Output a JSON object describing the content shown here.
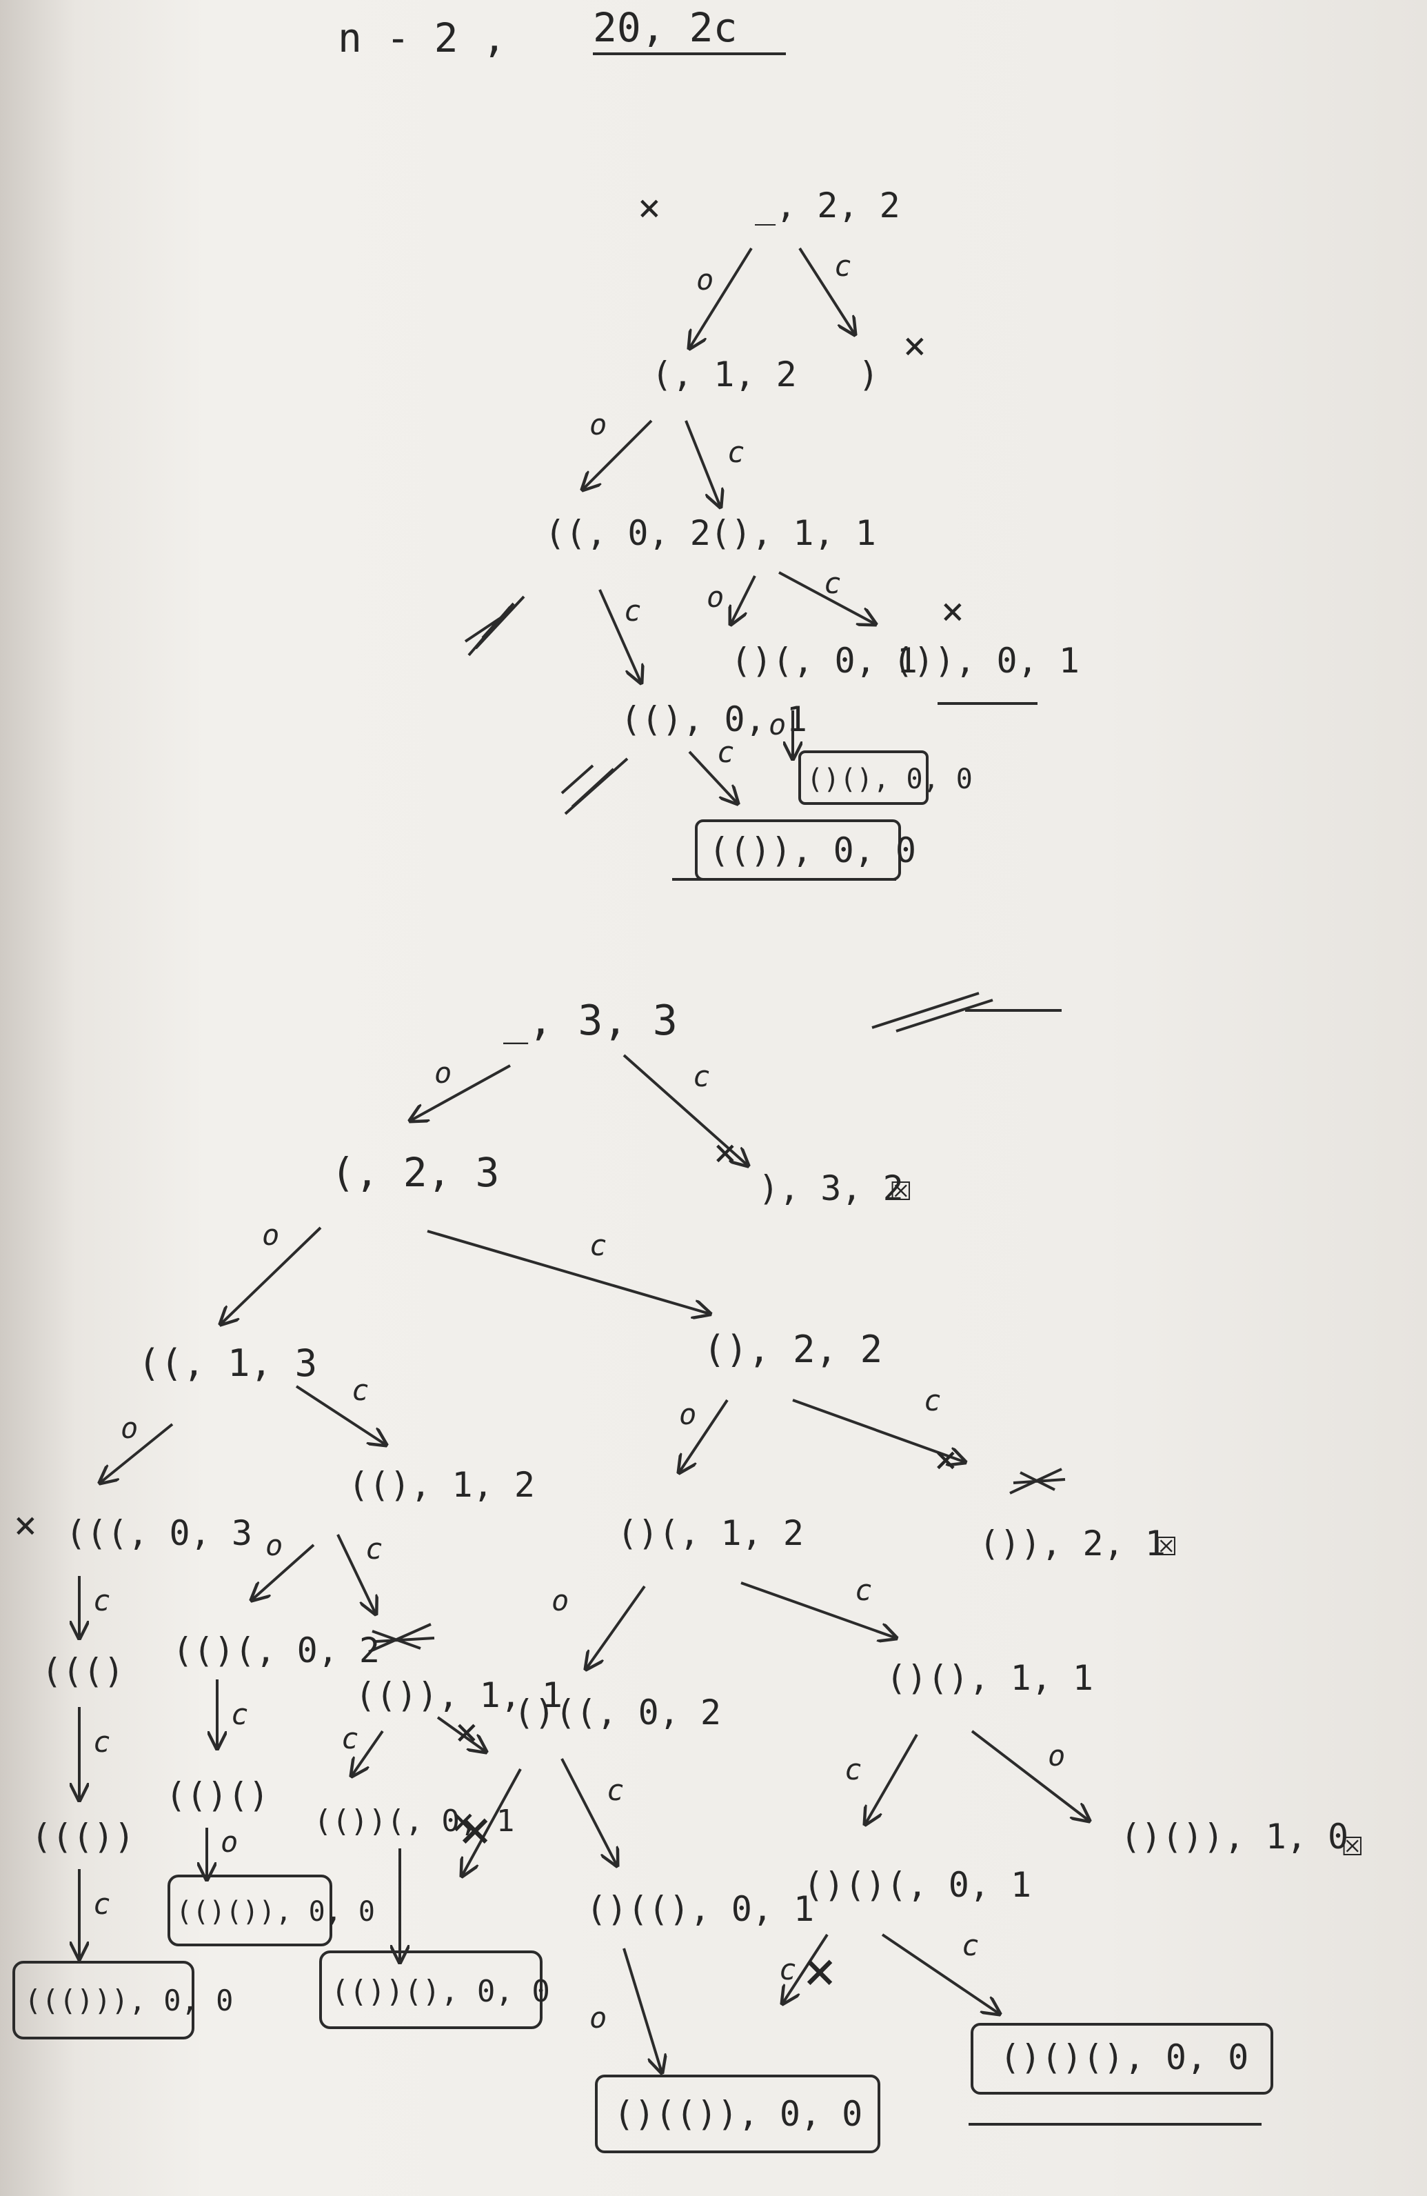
{
  "header": {
    "left": "n - 2 ,",
    "right": "20, 2c"
  },
  "tree_a": {
    "nodes": [
      {
        "id": "root",
        "label": "_, 2, 2"
      },
      {
        "id": "a_o",
        "label": "(, 1, 2"
      },
      {
        "id": "a_c",
        "label": ")"
      },
      {
        "id": "a_oo",
        "label": "((, 0, 2"
      },
      {
        "id": "a_oc",
        "label": "(), 1, 1"
      },
      {
        "id": "a_ooc",
        "label": "((), 0, 1"
      },
      {
        "id": "a_oco",
        "label": "()(, 0, 1"
      },
      {
        "id": "a_occ",
        "label": "()), 0, 1"
      },
      {
        "id": "a_leaf1",
        "label": "(()), 0, 0"
      },
      {
        "id": "a_leaf2",
        "label": "()(), 0, 0"
      }
    ],
    "edge_labels": [
      "o",
      "c",
      "o",
      "c",
      "c",
      "o",
      "c",
      "o",
      "c"
    ],
    "marks": {
      "invalid": "×"
    }
  },
  "tree_b": {
    "nodes": [
      {
        "id": "root",
        "label": "_, 3, 3"
      },
      {
        "id": "b_c",
        "label": "), 3, 2"
      },
      {
        "id": "b_o",
        "label": "(, 2, 3"
      },
      {
        "id": "b_oo",
        "label": "((, 1, 3"
      },
      {
        "id": "b_oc",
        "label": "(), 2, 2"
      },
      {
        "id": "b_ooo",
        "label": "(((, 0, 3"
      },
      {
        "id": "b_ooc",
        "label": "((), 1, 2"
      },
      {
        "id": "b_oco",
        "label": "()(, 1, 2"
      },
      {
        "id": "b_occ",
        "label": "()), 2, 1"
      },
      {
        "id": "b_oooc",
        "label": "((()"
      },
      {
        "id": "b_oooc2",
        "label": "((())"
      },
      {
        "id": "b_leaf1",
        "label": "((())), 0, 0"
      },
      {
        "id": "b_ooco",
        "label": "(()(, 0, 2"
      },
      {
        "id": "b_oocoC",
        "label": "(()()"
      },
      {
        "id": "b_leaf2",
        "label": "(()()), 0, 0"
      },
      {
        "id": "b_oocc",
        "label": "(()), 1, 1"
      },
      {
        "id": "b_oocco",
        "label": "(())(, 0, 1"
      },
      {
        "id": "b_leaf3",
        "label": "(())(), 0, 0"
      },
      {
        "id": "b_ocoo",
        "label": "()((, 0, 2"
      },
      {
        "id": "b_ococ",
        "label": "()(), 1, 1"
      },
      {
        "id": "b_ocooc",
        "label": "()((), 0, 1"
      },
      {
        "id": "b_leaf4",
        "label": "()(()), 0, 0"
      },
      {
        "id": "b_ococo",
        "label": "()()(, 0, 1"
      },
      {
        "id": "b_ococc",
        "label": "()()), 1, 0"
      },
      {
        "id": "b_leaf5",
        "label": "()()(), 0, 0"
      }
    ],
    "edge_labels": [
      "o",
      "c",
      "o",
      "c",
      "o",
      "c",
      "o",
      "c",
      "c",
      "c",
      "c",
      "o",
      "c",
      "c",
      "o",
      "c",
      "o",
      "c",
      "c",
      "o",
      "c",
      "o",
      "c"
    ],
    "marks": {
      "invalid": "×",
      "dead_end": "☒"
    }
  }
}
